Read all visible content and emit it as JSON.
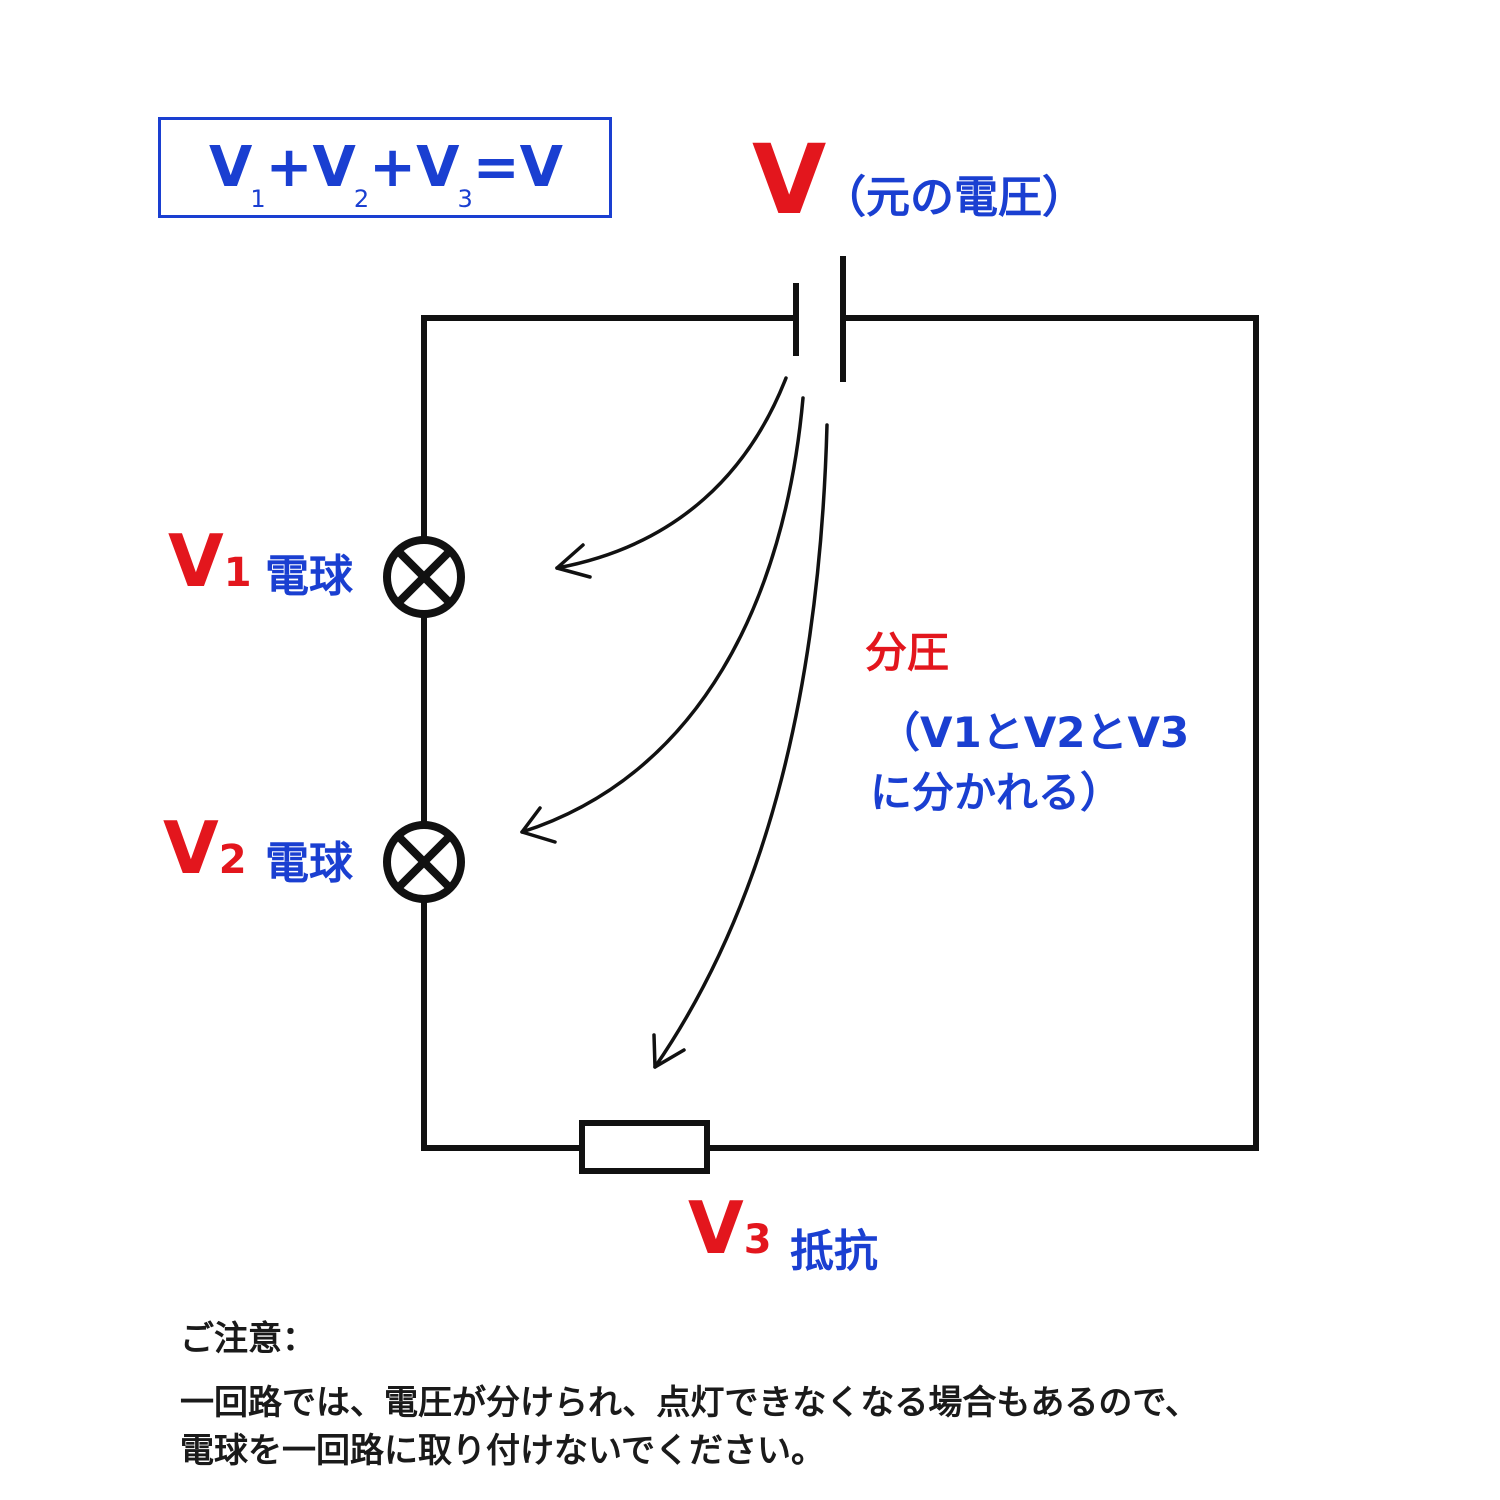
{
  "formula": {
    "v1": "V",
    "v1_sub": "1",
    "plus1": "+",
    "v2": "V",
    "v2_sub": "2",
    "plus2": "+",
    "v3": "V",
    "v3_sub": "3",
    "equals": "=",
    "v": "V"
  },
  "source": {
    "symbol": "V",
    "label": "（元の電圧）"
  },
  "bulb1": {
    "symbol": "V",
    "sub": "1",
    "label": "電球"
  },
  "bulb2": {
    "symbol": "V",
    "sub": "2",
    "label": "電球"
  },
  "resistor": {
    "symbol": "V",
    "sub": "3",
    "label": "抵抗"
  },
  "division": {
    "title": "分圧",
    "line1": "（V1とV2とV3",
    "line2": "に分かれる）"
  },
  "notice": {
    "title": "ご注意：",
    "line1": "一回路では、電圧が分けられ、点灯できなくなる場合もあるので、",
    "line2": "電球を一回路に取り付けないでください。"
  },
  "colors": {
    "red": "#e3161d",
    "blue": "#1a3fd1",
    "wire": "#111111"
  },
  "icons": [
    "lamp-symbol-icon",
    "battery-symbol-icon",
    "resistor-symbol-icon",
    "arrow-icon"
  ]
}
